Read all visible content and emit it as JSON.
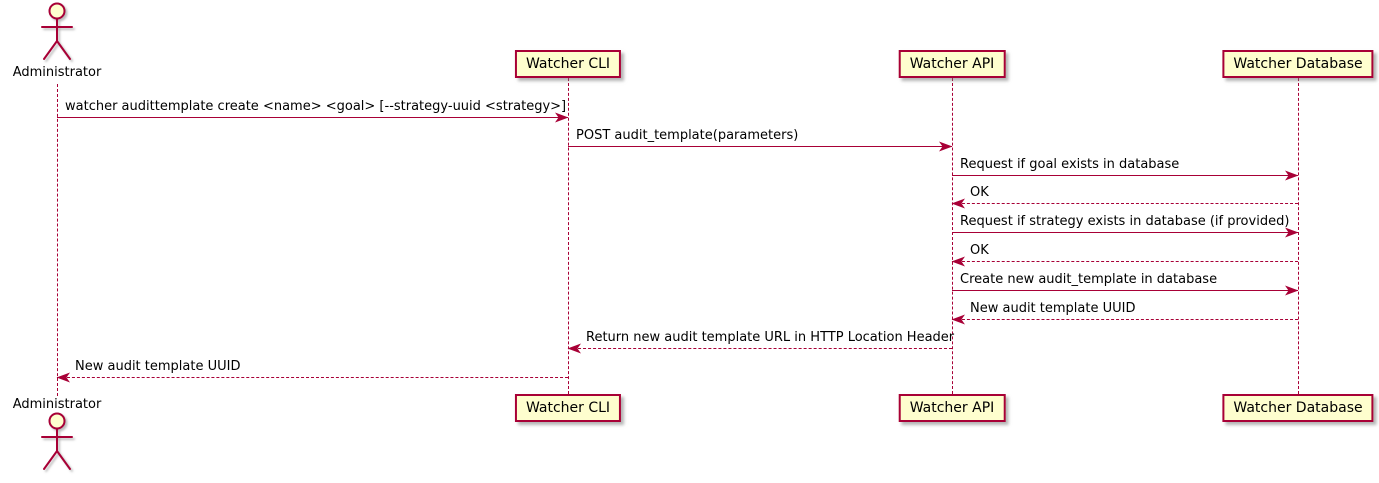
{
  "colors": {
    "accent": "#A80036",
    "participant_fill": "#FEFECE",
    "text": "#000000",
    "background": "#FFFFFF"
  },
  "diagram_type": "uml-sequence",
  "actor": {
    "label": "Administrator"
  },
  "participants": [
    {
      "label": "Watcher CLI"
    },
    {
      "label": "Watcher API"
    },
    {
      "label": "Watcher Database"
    }
  ],
  "messages": [
    {
      "from": "Administrator",
      "to": "Watcher CLI",
      "label": "watcher audittemplate create <name> <goal> [--strategy-uuid <strategy>]",
      "line": "solid",
      "direction": "right"
    },
    {
      "from": "Watcher CLI",
      "to": "Watcher API",
      "label": "POST audit_template(parameters)",
      "line": "solid",
      "direction": "right"
    },
    {
      "from": "Watcher API",
      "to": "Watcher Database",
      "label": "Request if goal exists in database",
      "line": "solid",
      "direction": "right"
    },
    {
      "from": "Watcher Database",
      "to": "Watcher API",
      "label": "OK",
      "line": "dashed",
      "direction": "left"
    },
    {
      "from": "Watcher API",
      "to": "Watcher Database",
      "label": "Request if strategy exists in database (if provided)",
      "line": "solid",
      "direction": "right"
    },
    {
      "from": "Watcher Database",
      "to": "Watcher API",
      "label": "OK",
      "line": "dashed",
      "direction": "left"
    },
    {
      "from": "Watcher API",
      "to": "Watcher Database",
      "label": "Create new audit_template in database",
      "line": "solid",
      "direction": "right"
    },
    {
      "from": "Watcher Database",
      "to": "Watcher API",
      "label": "New audit template UUID",
      "line": "dashed",
      "direction": "left"
    },
    {
      "from": "Watcher API",
      "to": "Watcher CLI",
      "label": "Return new audit template URL in HTTP Location Header",
      "line": "dashed",
      "direction": "left"
    },
    {
      "from": "Watcher CLI",
      "to": "Administrator",
      "label": "New audit template UUID",
      "line": "dashed",
      "direction": "left"
    }
  ]
}
